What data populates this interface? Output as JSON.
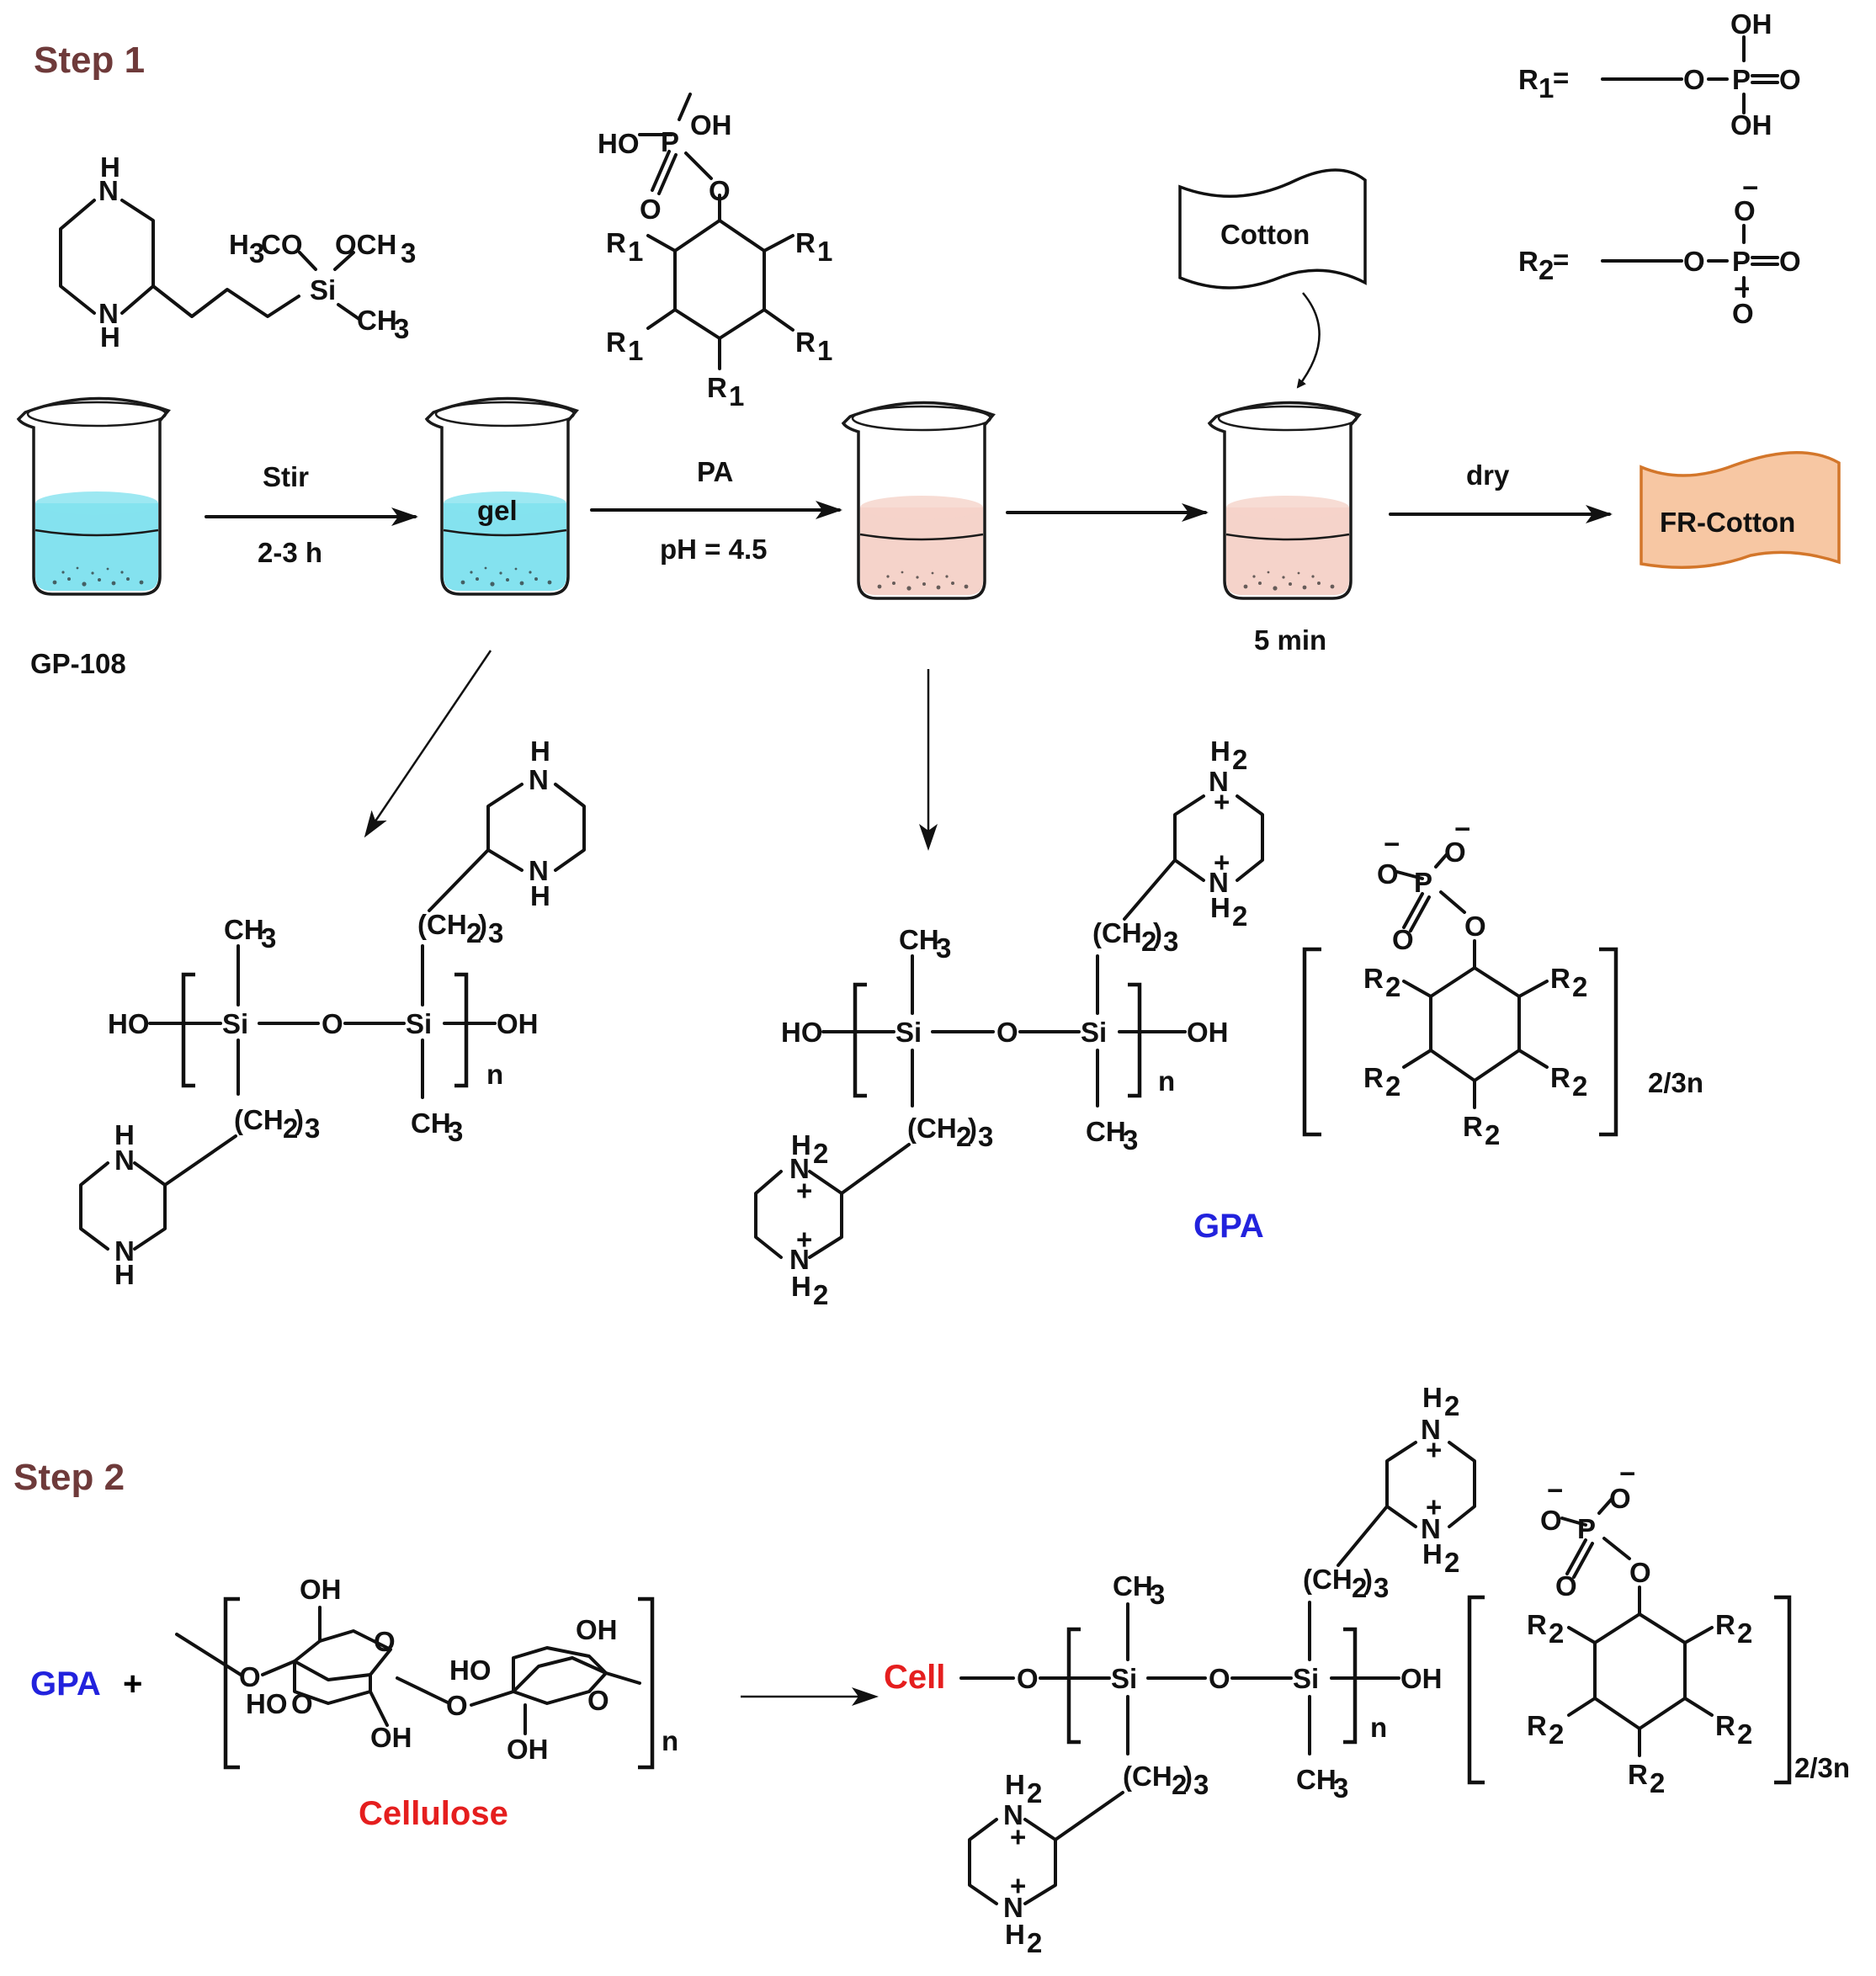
{
  "colors": {
    "step_label": "#6e3a3a",
    "highlight_blue": "#2222dd",
    "highlight_red": "#e51e1e",
    "blue_liquid": "#5bd9ea",
    "pink_liquid": "#f2c4b8",
    "fr_cotton_fill": "#f7c7a3",
    "fr_cotton_stroke": "#d3762a",
    "ink": "#111111"
  },
  "step1": {
    "label": "Step 1",
    "gp108_label": "GP-108",
    "gel_label": "gel",
    "stir_label": "Stir",
    "time_label": "2-3 h",
    "pa_label": "PA",
    "ph_label": "pH = 4.5",
    "cotton_label": "Cotton",
    "soak_time_label": "5 min",
    "dry_label": "dry",
    "product_label": "FR-Cotton",
    "gpa_label": "GPA"
  },
  "step2": {
    "label": "Step 2",
    "gpa_plus_label": "GPA",
    "plus_sign": "+",
    "cellulose_label": "Cellulose",
    "cell_label": "Cell"
  },
  "legend": {
    "r1_symbol": "R",
    "r1_sub": "1",
    "r2_symbol": "R",
    "r2_sub": "2",
    "equals": "=",
    "oh": "OH",
    "o": "O",
    "p": "P",
    "minus": "−"
  },
  "atoms": {
    "N": "N",
    "H": "H",
    "H2": "H",
    "sub2": "2",
    "sub3": "3",
    "plus": "+",
    "Si": "Si",
    "O": "O",
    "OH": "OH",
    "HO": "HO",
    "P": "P",
    "CH": "CH",
    "H3CO": "H",
    "OCH": "OCH",
    "CH2open": "(CH",
    "CH2close": ")",
    "n": "n",
    "two_thirds_n": "2/3n",
    "minus": "−",
    "R": "R"
  }
}
